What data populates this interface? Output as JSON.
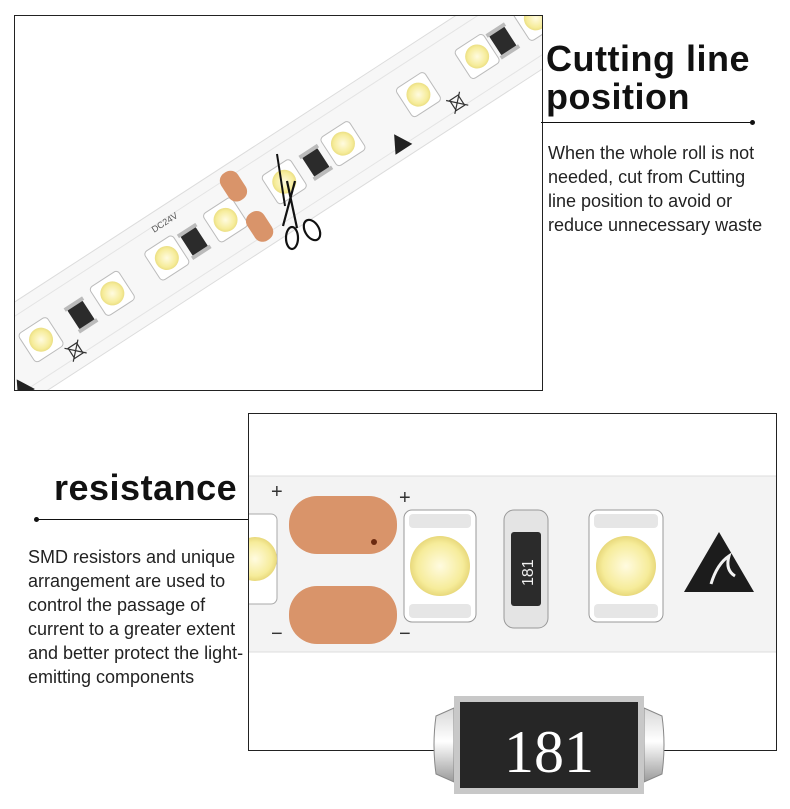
{
  "cutting": {
    "title": "Cutting line position",
    "description": "When the whole roll is not needed, cut from Cutting line position to avoid or reduce unnecessary waste"
  },
  "resistance": {
    "title": "resistance",
    "description": "SMD resistors and unique arrangement are used to control the passage of current to a greater extent and better protect the light-emitting components"
  },
  "strip": {
    "voltage_marking": "DC24V",
    "resistor_code": "181",
    "plus_sign": "+",
    "minus_sign": "−"
  },
  "chip_callout": {
    "code": "181"
  },
  "icons": [
    "scissors-icon",
    "esd-warning-icon",
    "weee-bin-icon"
  ],
  "colors": {
    "copper_pad": "#d9946a",
    "led_yellow": "#f6ec9a",
    "strip_white": "#f7f7f7",
    "resistor_body": "#2b2b2b"
  }
}
